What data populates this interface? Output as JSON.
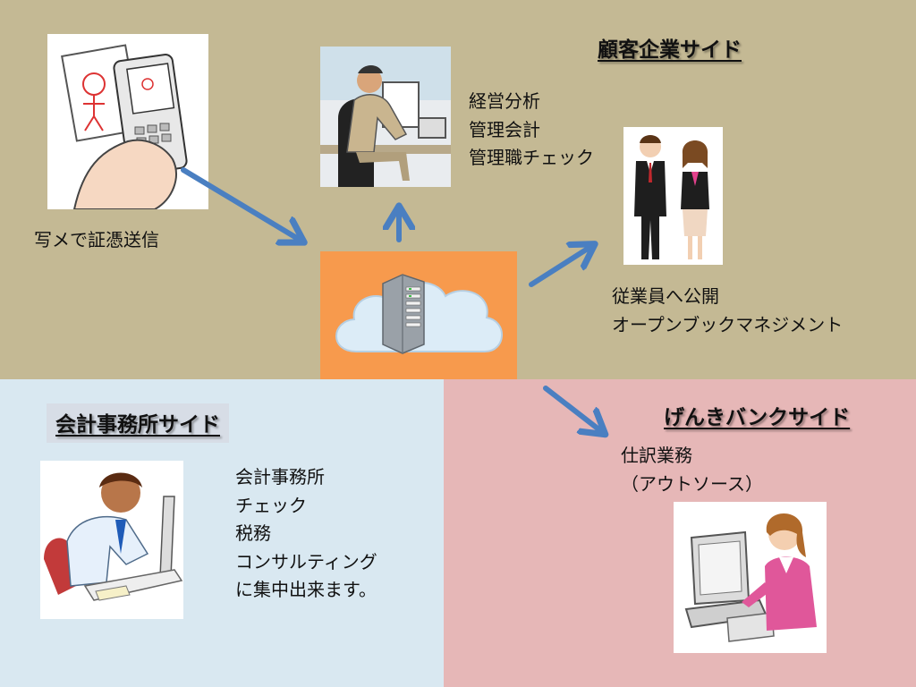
{
  "regions": {
    "top": {
      "heading": "顧客企業サイド",
      "color": "#c4b994"
    },
    "left": {
      "heading": "会計事務所サイド",
      "color": "#d9e8f1"
    },
    "right": {
      "heading": "げんきバンクサイド",
      "color": "#e6b7b7"
    }
  },
  "photo_upload": {
    "label": "写メで証憑送信"
  },
  "management": {
    "lines": [
      "経営分析",
      "管理会計",
      "管理職チェック"
    ]
  },
  "employees": {
    "lines": [
      "従業員へ公開",
      "オープンブックマネジメント"
    ]
  },
  "accounting_office": {
    "lines": [
      "会計事務所",
      "チェック",
      "税務",
      "コンサルティング",
      "に集中出来ます。"
    ]
  },
  "bank": {
    "lines": [
      "仕訳業務",
      "（アウトソース）"
    ]
  },
  "center": {
    "icon": "cloud-server-icon",
    "color": "#f79a4d"
  },
  "colors": {
    "arrow": "#4a7fc1"
  }
}
